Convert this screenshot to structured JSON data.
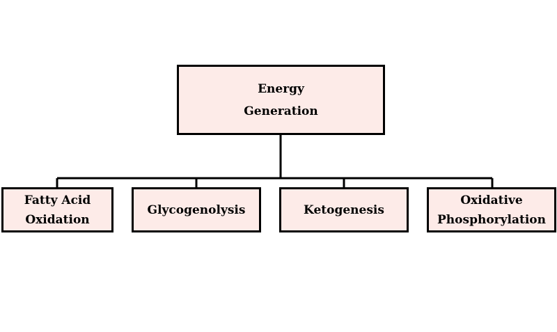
{
  "diagram": {
    "root": {
      "line1": "Energy",
      "line2": "Generation"
    },
    "children": [
      {
        "line1": "Fatty Acid",
        "line2": "Oxidation"
      },
      {
        "line1": "Glycogenolysis"
      },
      {
        "line1": "Ketogenesis"
      },
      {
        "line1": "Oxidative",
        "line2": "Phosphorylation"
      }
    ]
  },
  "colors": {
    "box_fill": "#fdebe8",
    "border": "#000000",
    "text": "#000000"
  }
}
